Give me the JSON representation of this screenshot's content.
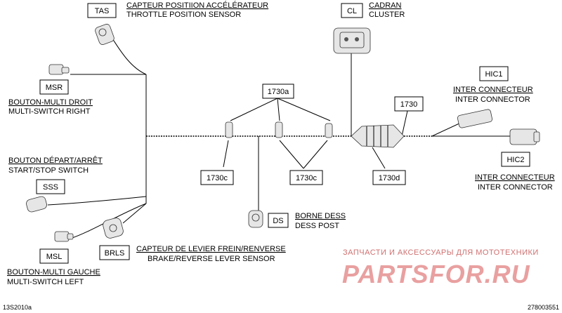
{
  "connectors": {
    "TAS": {
      "code": "TAS",
      "fr": "CAPTEUR POSITIION ACCÉLÉRATEUR",
      "en": "THROTTLE POSITION SENSOR"
    },
    "CL": {
      "code": "CL",
      "fr": "CADRAN",
      "en": "CLUSTER"
    },
    "HIC1": {
      "code": "HIC1",
      "fr": "INTER CONNECTEUR",
      "en": "INTER CONNECTOR"
    },
    "MSR": {
      "code": "MSR",
      "fr": "BOUTON-MULTI DROIT",
      "en": "MULTI-SWITCH RIGHT"
    },
    "HIC2": {
      "code": "HIC2",
      "fr": "INTER CONNECTEUR",
      "en": "INTER CONNECTOR"
    },
    "SSS": {
      "code": "SSS",
      "fr": "BOUTON DÉPART/ARRÊT",
      "en": "START/STOP SWITCH"
    },
    "DS": {
      "code": "DS",
      "fr": "BORNE DESS",
      "en": "DESS POST"
    },
    "BRLS": {
      "code": "BRLS",
      "fr": "CAPTEUR DE LEVIER FREIN/RENVERSE",
      "en": "BRAKE/REVERSE LEVER SENSOR"
    },
    "MSL": {
      "code": "MSL",
      "fr": "BOUTON-MULTI GAUCHE",
      "en": "MULTI-SWITCH LEFT"
    }
  },
  "parts": {
    "p1730a": "1730a",
    "p1730": "1730",
    "p1730c_left": "1730c",
    "p1730c_right": "1730c",
    "p1730d": "1730d"
  },
  "watermark": {
    "line1": "ЗАПЧАСТИ И АКСЕССУАРЫ ДЛЯ МОТОТЕХНИКИ",
    "line2": "PARTSFOR.RU"
  },
  "footer": {
    "left": "13S2010a",
    "right": "278003551"
  }
}
